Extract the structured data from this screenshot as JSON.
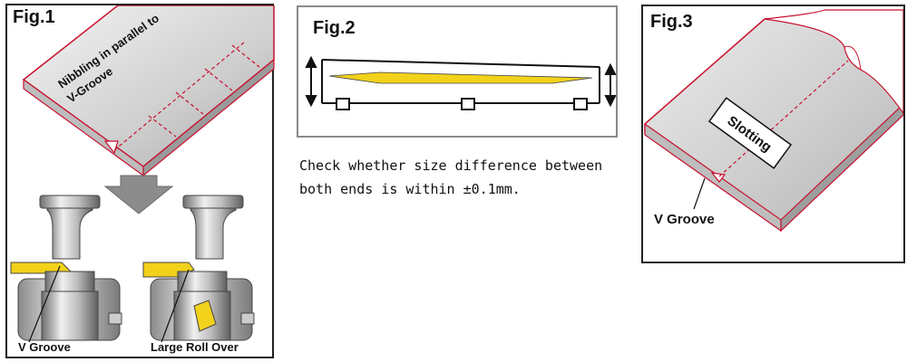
{
  "fig1": {
    "title": "Fig.1",
    "sheet_label_line1": "Nibbling in parallel to",
    "sheet_label_line2": "V-Groove",
    "label_left": "V Groove",
    "label_right": "Large Roll Over"
  },
  "fig2": {
    "title": "Fig.2",
    "caption_line1": "Check whether size difference between",
    "caption_line2": "both ends is within ±0.1mm."
  },
  "fig3": {
    "title": "Fig.3",
    "slot_label": "Slotting",
    "groove_label": "V Groove"
  },
  "colors": {
    "edge_red": "#c8102e",
    "yellow": "#f2d21b",
    "arrow_gray": "#8c8c8c"
  }
}
